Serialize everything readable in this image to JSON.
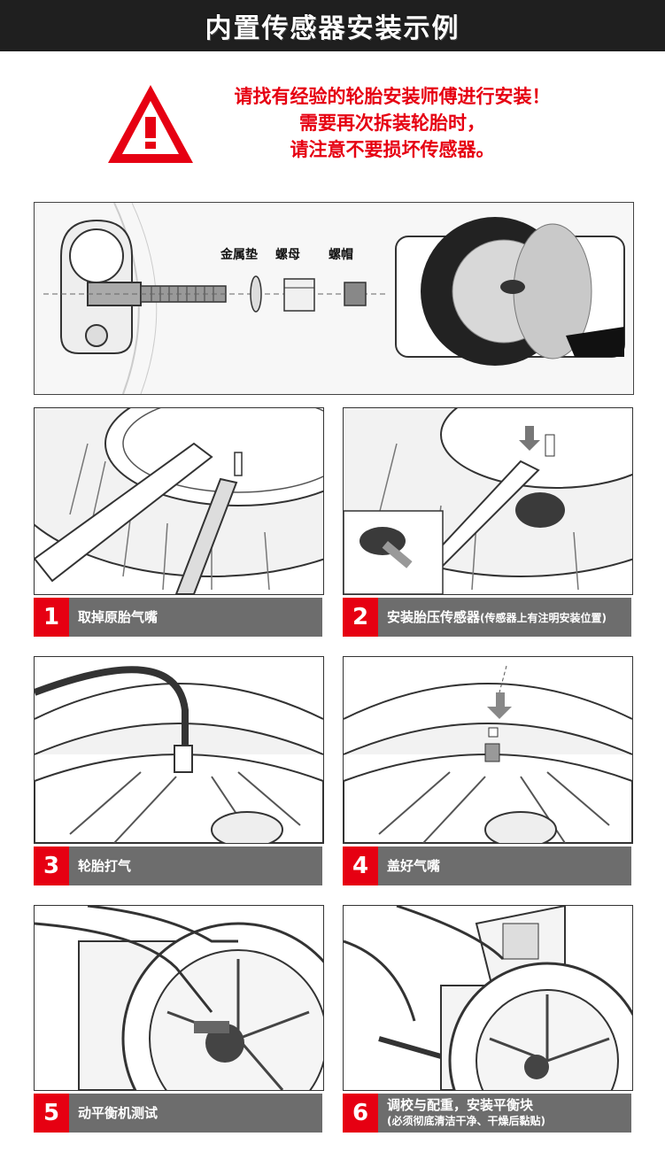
{
  "header": {
    "title": "内置传感器安装示例"
  },
  "warning": {
    "icon": "warning-triangle-icon",
    "color": "#e60012",
    "lines": [
      "请找有经验的轮胎安装师傅进行安装！",
      "需要再次拆装轮胎时，",
      "请注意不要损坏传感器。"
    ]
  },
  "parts": {
    "washer": "金属垫",
    "nut": "螺母",
    "cap": "螺帽"
  },
  "steps": [
    {
      "num": "1",
      "label": "取掉原胎气嘴"
    },
    {
      "num": "2",
      "label": "安装胎压传感器",
      "note": "(传感器上有注明安装位置)"
    },
    {
      "num": "3",
      "label": "轮胎打气"
    },
    {
      "num": "4",
      "label": "盖好气嘴"
    },
    {
      "num": "5",
      "label": "动平衡机测试"
    },
    {
      "num": "6",
      "label": "调校与配重，安装平衡块",
      "note": "(必须彻底清洁干净、干燥后黏贴)"
    }
  ],
  "colors": {
    "accent": "#e60012",
    "caption_bg": "#6d6d6d",
    "header_bg": "#1f1f1f"
  }
}
